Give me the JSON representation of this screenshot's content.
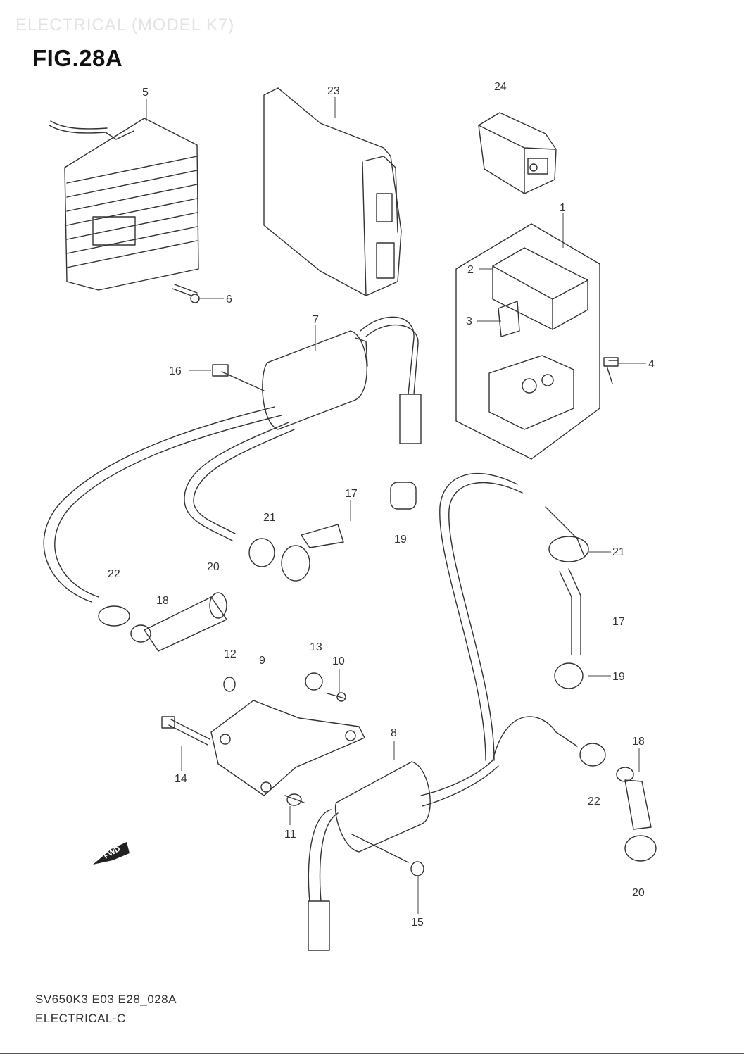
{
  "header": {
    "ghost_title": "ELECTRICAL (MODEL K7)",
    "figure_title": "FIG.28A"
  },
  "footer": {
    "code": "SV650K3 E03 E28_028A",
    "subtitle": "ELECTRICAL-C"
  },
  "fwd_badge": "FWD",
  "callouts": {
    "c1": "1",
    "c2": "2",
    "c3": "3",
    "c4": "4",
    "c5": "5",
    "c6": "6",
    "c7": "7",
    "c8": "8",
    "c9": "9",
    "c10": "10",
    "c11": "11",
    "c12": "12",
    "c13": "13",
    "c14": "14",
    "c15": "15",
    "c16": "16",
    "c17a": "17",
    "c17b": "17",
    "c18a": "18",
    "c18b": "18",
    "c19a": "19",
    "c19b": "19",
    "c20a": "20",
    "c20b": "20",
    "c21a": "21",
    "c21b": "21",
    "c22a": "22",
    "c22b": "22",
    "c23": "23",
    "c24": "24"
  }
}
